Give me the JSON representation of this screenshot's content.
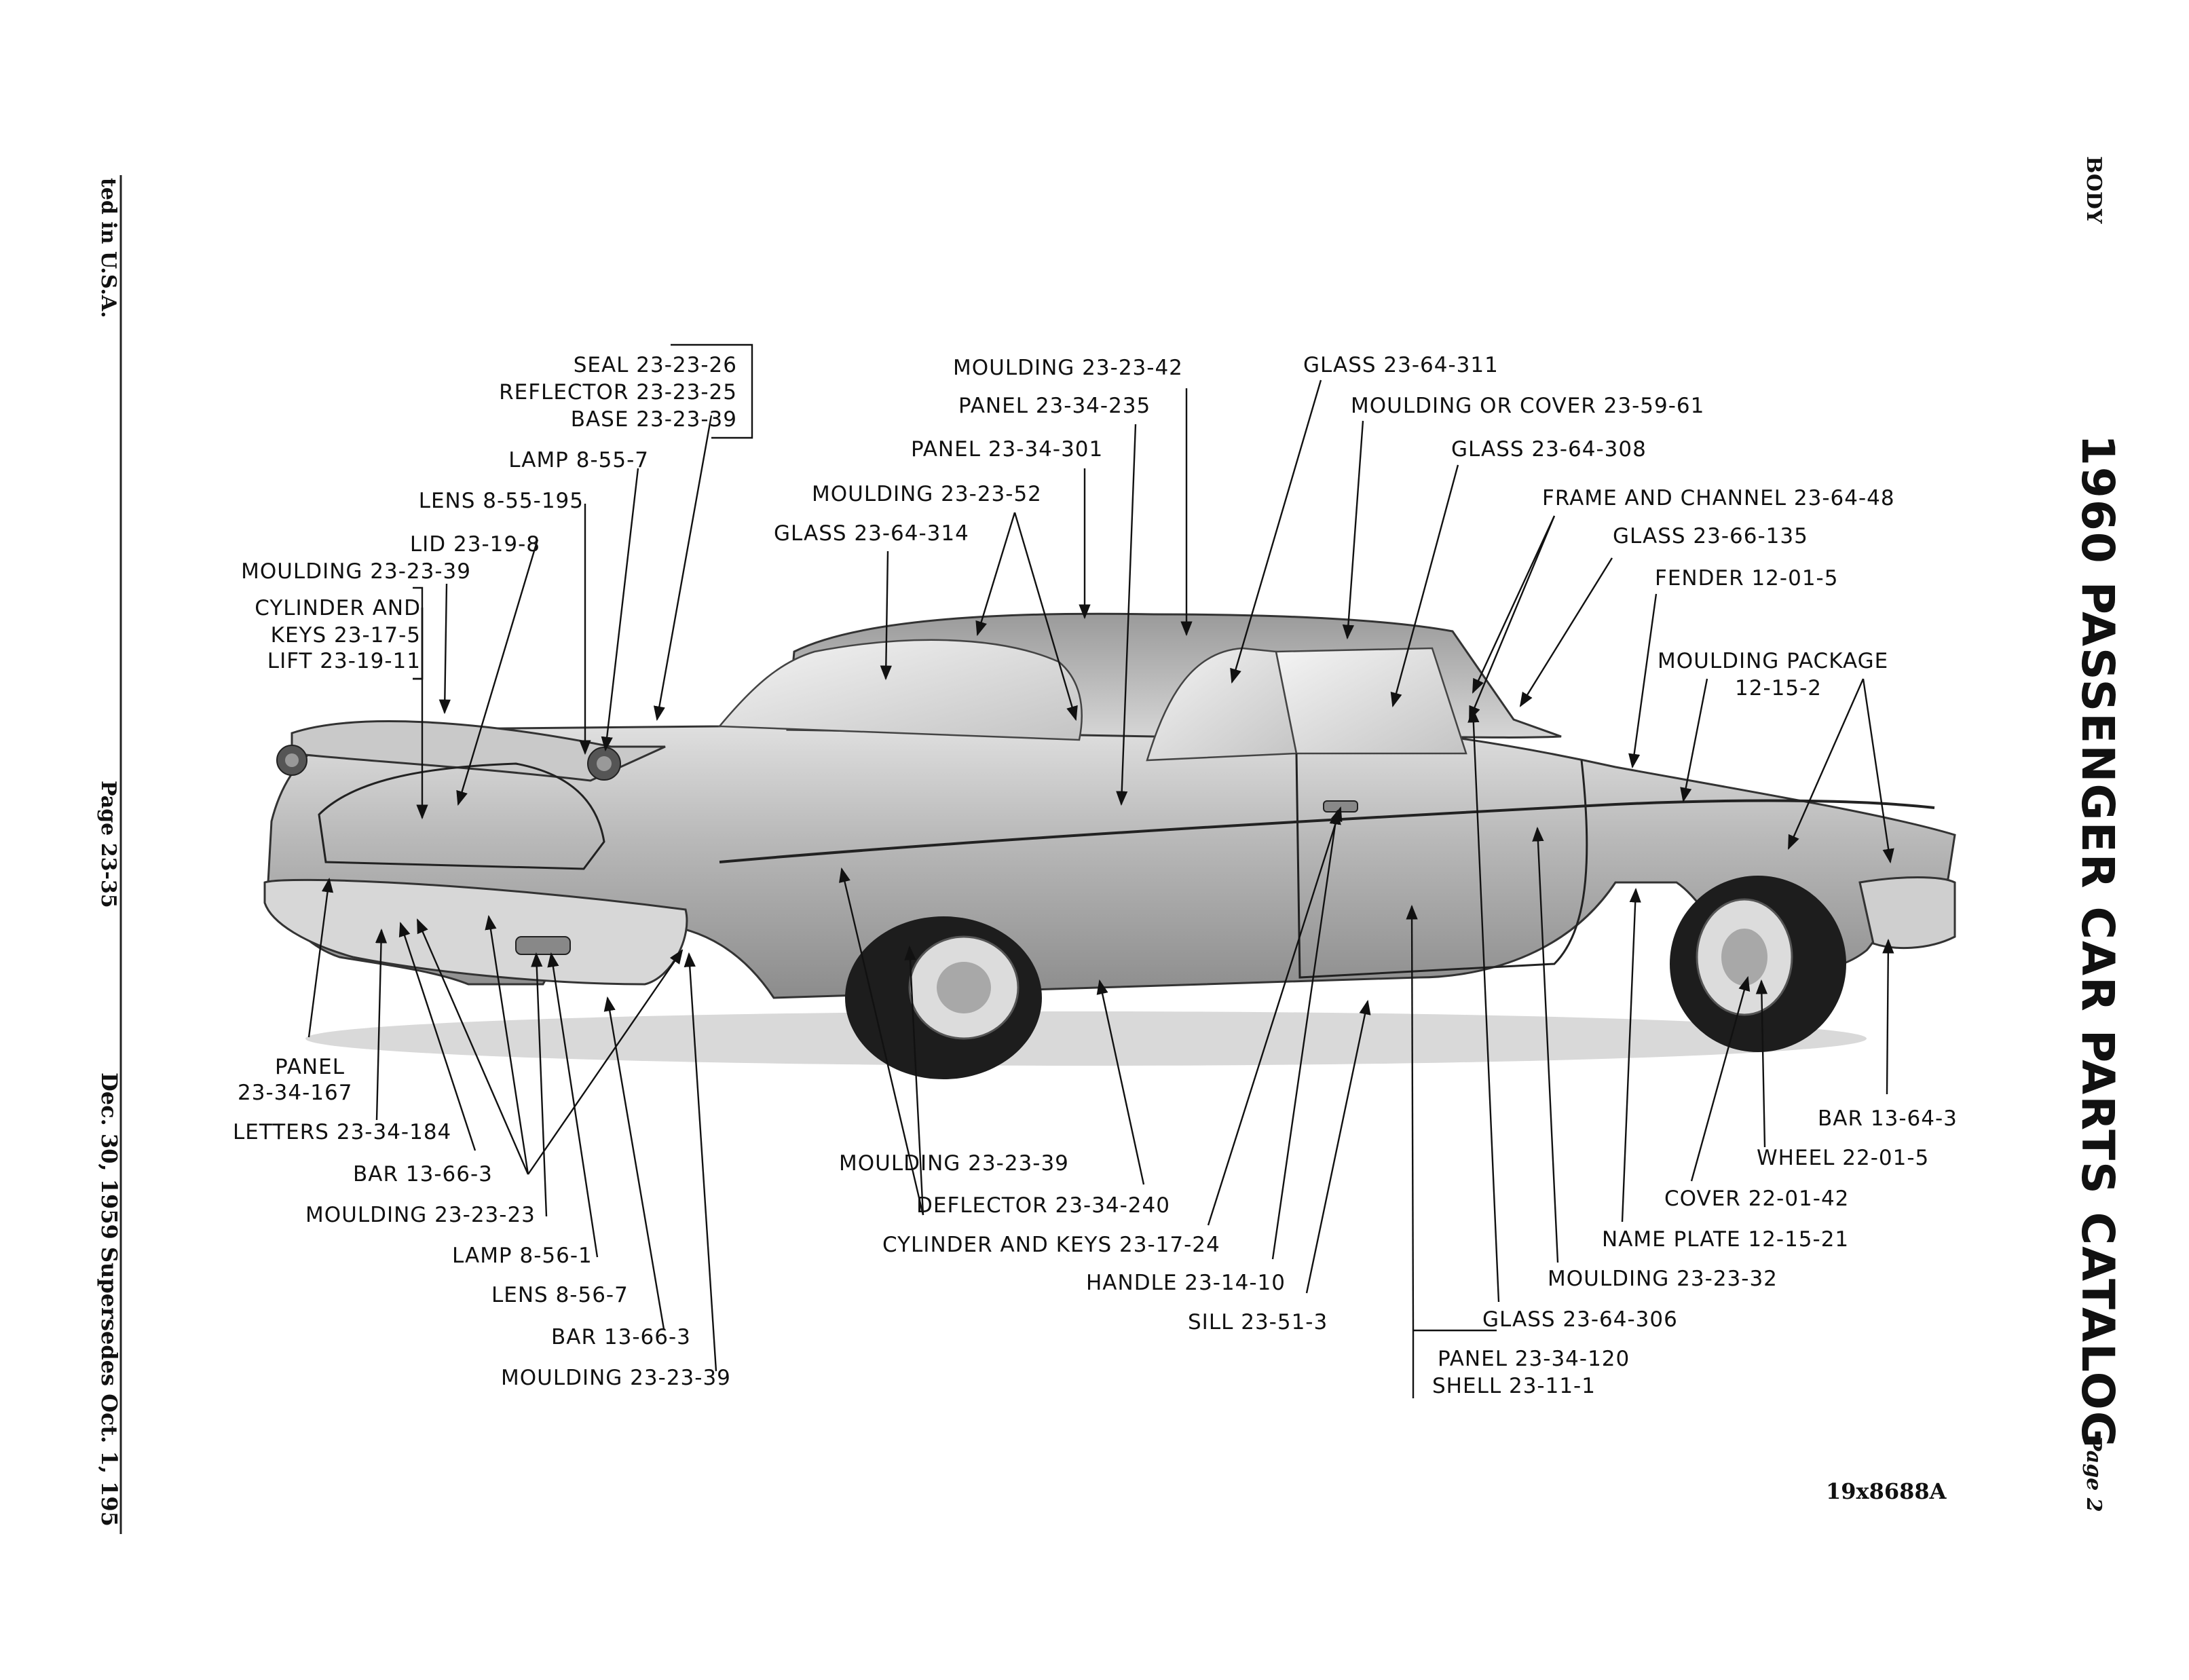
{
  "page": {
    "right_margin": {
      "section": "BODY",
      "title": "1960 PASSENGER CAR PARTS CATALOG",
      "page": "Page 2"
    },
    "left_margin": {
      "printed": "ted in U.S.A.",
      "page": "Page 23-35",
      "date_note": "Dec. 30, 1959 Supersedes Oct. 1, 195"
    },
    "figure_id": "19x8688A"
  },
  "callouts": {
    "seal": "SEAL 23-23-26",
    "reflector": "REFLECTOR 23-23-25",
    "base": "BASE 23-23-39",
    "lamp_8_55_7": "LAMP 8-55-7",
    "lens_8_55_195": "LENS 8-55-195",
    "lid": "LID 23-19-8",
    "moulding_23_23_39_top": "MOULDING 23-23-39",
    "cylinder_and": "CYLINDER AND",
    "keys": "KEYS 23-17-5",
    "lift": "LIFT 23-19-11",
    "moulding_23_23_42": "MOULDING 23-23-42",
    "panel_23_34_235": "PANEL 23-34-235",
    "panel_23_34_301": "PANEL 23-34-301",
    "moulding_23_23_52": "MOULDING 23-23-52",
    "glass_23_64_314": "GLASS 23-64-314",
    "glass_23_64_311": "GLASS 23-64-311",
    "moulding_or_cover": "MOULDING OR COVER 23-59-61",
    "glass_23_64_308": "GLASS 23-64-308",
    "frame_and_channel": "FRAME AND CHANNEL 23-64-48",
    "glass_23_66_135": "GLASS 23-66-135",
    "fender": "FENDER 12-01-5",
    "moulding_package_1": "MOULDING PACKAGE",
    "moulding_package_2": "12-15-2",
    "panel_167_1": "PANEL",
    "panel_167_2": "23-34-167",
    "letters": "LETTERS 23-34-184",
    "bar_13_66_3_a": "BAR 13-66-3",
    "moulding_23_23_23": "MOULDING 23-23-23",
    "lamp_8_56_1": "LAMP 8-56-1",
    "lens_8_56_7": "LENS 8-56-7",
    "bar_13_66_3_b": "BAR 13-66-3",
    "moulding_23_23_39_bottom": "MOULDING 23-23-39",
    "moulding_23_23_39_mid": "MOULDING 23-23-39",
    "deflector": "DEFLECTOR 23-34-240",
    "cylinder_and_keys": "CYLINDER AND KEYS 23-17-24",
    "handle": "HANDLE 23-14-10",
    "sill": "SILL 23-51-3",
    "panel_23_34_120": "PANEL 23-34-120",
    "shell": "SHELL 23-11-1",
    "glass_23_64_306": "GLASS 23-64-306",
    "moulding_23_23_32": "MOULDING 23-23-32",
    "name_plate": "NAME PLATE 12-15-21",
    "cover": "COVER 22-01-42",
    "wheel": "WHEEL 22-01-5",
    "bar_13_64_3": "BAR 13-64-3"
  }
}
